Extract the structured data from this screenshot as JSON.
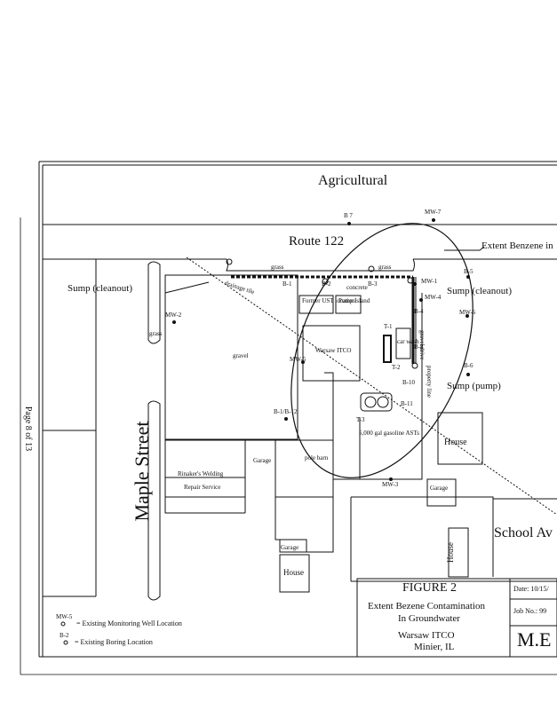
{
  "labels": {
    "agricultural": "Agricultural",
    "route": "Route 122",
    "extent_benzene": "Extent Benzene in",
    "sump_cleanout_left": "Sump (cleanout)",
    "sump_cleanout_right": "Sump (cleanout)",
    "sump_pump": "Sump (pump)",
    "maple_street": "Maple Street",
    "school_ave": "School Av",
    "page_number": "Page 8 of 13",
    "warsaw_itco_building": "Warsaw ITCO",
    "gravel": "gravel",
    "gravel_drive": "gravel drive",
    "property_line": "property line",
    "car_wash": "car wash",
    "former_ust": "Former UST location",
    "pump_island": "Pump Island",
    "pole_barn": "pole barn",
    "gasoline_ast": "5,000 gal gasoline ASTs",
    "grass_left": "grass",
    "grass_top": "grass",
    "grass_right": "grass",
    "concrete": "concrete",
    "drainage_tile": "drainage tile",
    "rinkers": "Rinaker's Welding",
    "repair_service": "Repair Service",
    "garage_1": "Garage",
    "garage_2": "Garage",
    "garage_3": "Garage",
    "house_1": "House",
    "house_2": "House",
    "house_3": "House"
  },
  "wells": {
    "mw1": "MW-1",
    "mw2": "MW-2",
    "mw3": "MW-3",
    "mw4": "MW-4",
    "mw5": "MW-5",
    "mw6": "MW-6",
    "mw7": "MW-7"
  },
  "borings": {
    "b1": "B-1",
    "b2": "B-2",
    "b3": "B-3",
    "b4": "B-4",
    "b5": "B-5",
    "b6": "B-6",
    "b7": "B 7",
    "b8": "B-8",
    "b10": "B-10",
    "b11": "B-11",
    "b12": "B-1/B-12",
    "t1": "T-1",
    "t2": "T-2",
    "t3": "T-3"
  },
  "legend": {
    "well_symbol": "MW-5",
    "well_text": "= Existing Monitoring Well Location",
    "boring_symbol": "B-2",
    "boring_text": "= Existing Boring Location"
  },
  "title_block": {
    "figure": "FIGURE 2",
    "title_line1": "Extent Bezene Contamination",
    "title_line2": "In Groundwater",
    "site": "Warsaw ITCO",
    "location": "Minier, IL",
    "date_label": "Date: 10/15/",
    "job_label": "Job No.: 99",
    "logo": "M.E"
  }
}
